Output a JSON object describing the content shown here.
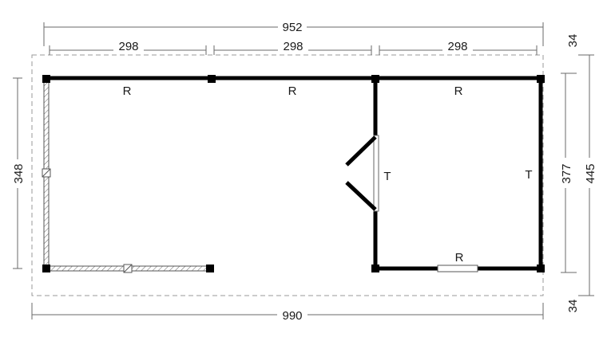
{
  "dimensions": {
    "top_total": "952",
    "top_segment_1": "298",
    "top_segment_2": "298",
    "top_segment_3": "298",
    "bottom_total": "990",
    "left_height": "348",
    "right_inner": "377",
    "right_outer": "445",
    "right_top_overhang": "34",
    "right_bottom_overhang": "34"
  },
  "labels": {
    "wall_top_1": "R",
    "wall_top_2": "R",
    "wall_top_3": "R",
    "wall_right": "T",
    "wall_partition": "T",
    "wall_bottom_room": "R"
  },
  "colors": {
    "wall": "#000000",
    "dimension_line": "#6a6a6a",
    "overhang_outline": "#9a9a9a"
  }
}
